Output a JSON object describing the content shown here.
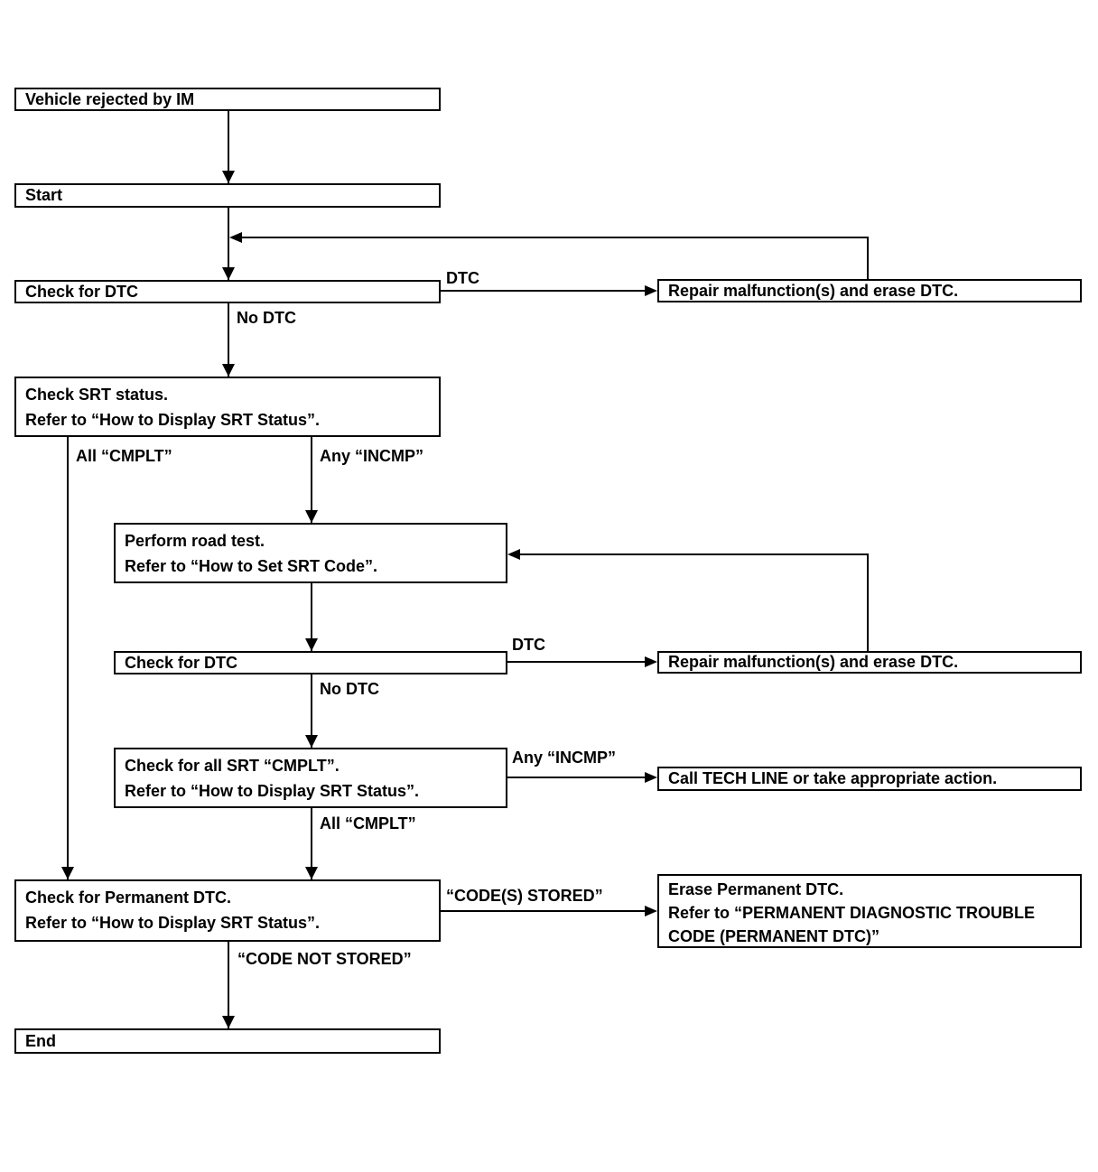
{
  "colors": {
    "background": "#ffffff",
    "line": "#000000",
    "text": "#000000"
  },
  "nodes": {
    "vehicle_rejected": {
      "lines": [
        "Vehicle rejected by IM"
      ]
    },
    "start": {
      "lines": [
        "Start"
      ]
    },
    "check_dtc_1": {
      "lines": [
        "Check for DTC"
      ]
    },
    "repair_dtc_1": {
      "lines": [
        "Repair malfunction(s) and erase DTC."
      ]
    },
    "check_srt_status": {
      "lines": [
        "Check SRT status.",
        "Refer to “How to Display SRT Status”."
      ]
    },
    "perform_road_test": {
      "lines": [
        "Perform road test.",
        "Refer to “How to Set SRT Code”."
      ]
    },
    "check_dtc_2": {
      "lines": [
        "Check for DTC"
      ]
    },
    "repair_dtc_2": {
      "lines": [
        "Repair malfunction(s) and erase DTC."
      ]
    },
    "check_all_srt": {
      "lines": [
        "Check for all SRT “CMPLT”.",
        "Refer to “How to Display SRT Status”."
      ]
    },
    "call_tech_line": {
      "lines": [
        "Call TECH LINE or take appropriate action."
      ]
    },
    "check_permanent_dtc": {
      "lines": [
        "Check for Permanent DTC.",
        "Refer to “How to Display SRT Status”."
      ]
    },
    "erase_permanent_dtc": {
      "lines": [
        "Erase Permanent DTC.",
        "Refer to “PERMANENT DIAGNOSTIC TROUBLE",
        "CODE (PERMANENT DTC)”"
      ]
    },
    "end": {
      "lines": [
        "End"
      ]
    }
  },
  "edge_labels": {
    "dtc_1": "DTC",
    "no_dtc_1": "No DTC",
    "all_cmplt_left": "All “CMPLT”",
    "any_incmp_1": "Any “INCMP”",
    "dtc_2": "DTC",
    "no_dtc_2": "No DTC",
    "any_incmp_2": "Any “INCMP”",
    "all_cmplt_2": "All “CMPLT”",
    "codes_stored": "“CODE(S) STORED”",
    "code_not_stored": "“CODE NOT STORED”"
  }
}
